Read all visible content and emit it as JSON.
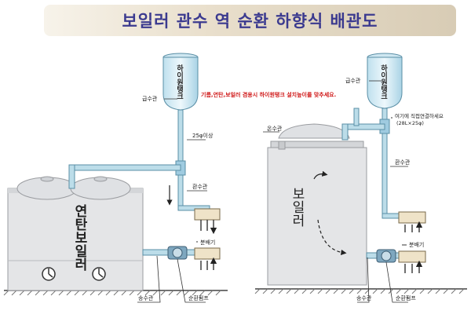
{
  "title": "보일러 관수 역 순환 하향식 배관도",
  "left": {
    "tank_label": "하이원탱크",
    "feed_pipe": "급수관",
    "pipe_size": "25φ이상",
    "return_pipe": "환수관",
    "distributor": "분배기",
    "supply_pipe": "송수관",
    "circ_pump": "순환펌프",
    "boiler_label": "연탄보일러"
  },
  "right": {
    "tank_label": "하이원탱크",
    "feed_pipe": "급수관",
    "hot_water_pipe": "온수관",
    "connect_note_1": "여기에 직접연결하세요",
    "connect_note_2": "(28L×25φ)",
    "return_pipe": "환수관",
    "distributor": "분배기",
    "supply_pipe": "송수관",
    "circ_pump": "순환펌프",
    "boiler_label": "보일러"
  },
  "note": "기름,연탄,보일러 겸용시 하이원탱크 설치높이를 맞추세요.",
  "colors": {
    "pipe": "#bcdde9",
    "pipe_stroke": "#5a8fa6",
    "boiler": "#e4e5e7",
    "note": "#d01a1a",
    "title": "#3b3a8f"
  }
}
